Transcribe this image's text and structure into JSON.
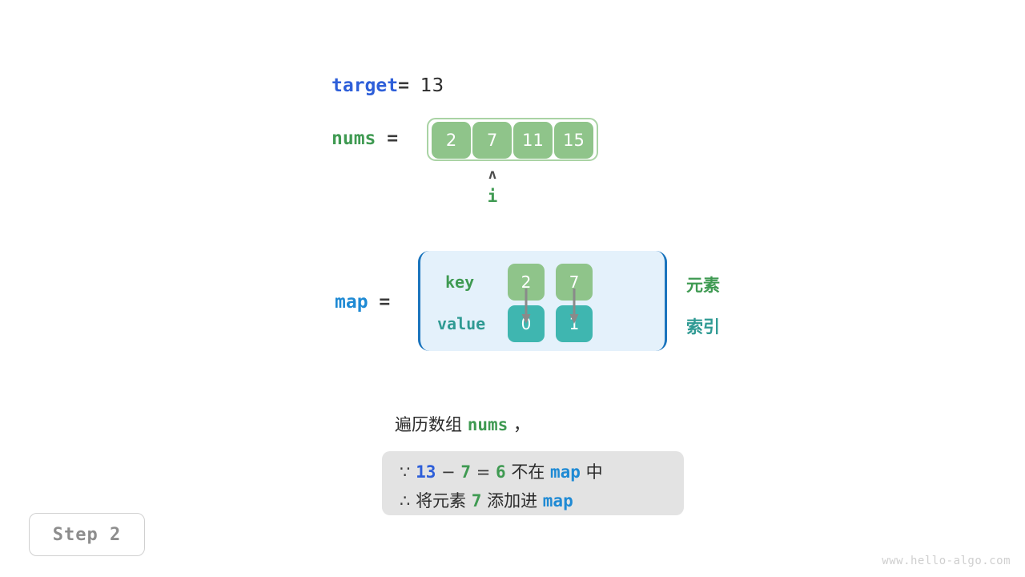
{
  "target": {
    "var_label": "target",
    "equals": "=",
    "value": "13"
  },
  "nums": {
    "var_label": "nums",
    "equals": "=",
    "cells": [
      "2",
      "7",
      "11",
      "15"
    ],
    "pointer": {
      "caret": "ʌ",
      "label": "i",
      "index": 1
    }
  },
  "map": {
    "var_label": "map",
    "equals": "=",
    "row_labels": {
      "key": "key",
      "value": "value"
    },
    "entries": [
      {
        "key": "2",
        "value": "0"
      },
      {
        "key": "7",
        "value": "1"
      }
    ],
    "side_labels": {
      "element": "元素",
      "index": "索引"
    }
  },
  "caption": {
    "prefix": "遍历数组",
    "mono_term": "nums",
    "suffix": "，"
  },
  "note": {
    "line1": {
      "symbol": "∵",
      "a": "13",
      "minus": "−",
      "b": "7",
      "equals": "=",
      "result": "6",
      "text_mid": "不在",
      "map_term": "map",
      "text_end": "中"
    },
    "line2": {
      "symbol": "∴",
      "text_start": "将元素",
      "element": "7",
      "text_mid": "添加进",
      "map_term": "map"
    }
  },
  "step_badge": {
    "label": "Step 2"
  },
  "watermark": {
    "text": "www.hello-algo.com"
  },
  "colors": {
    "target_blue": "#2e5fd9",
    "map_blue": "#1f8ad4",
    "nums_green": "#3f9a52",
    "cell_green": "#8fc48a",
    "cell_teal": "#3fb6b0",
    "map_box_bg": "#e4f1fb",
    "map_box_border": "#1a74bd",
    "note_bg": "#e3e3e3",
    "arrow_gray": "#8a8a8a"
  }
}
